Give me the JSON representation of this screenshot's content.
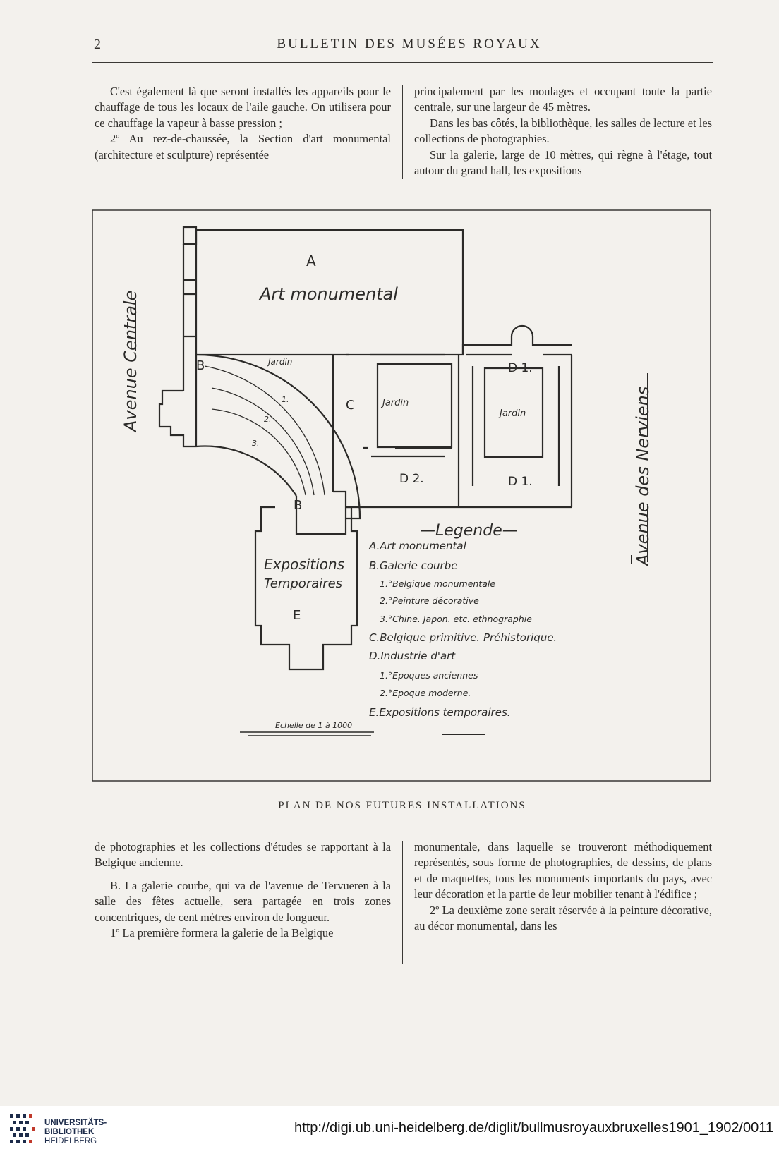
{
  "header": {
    "page_number": "2",
    "running_title": "BULLETIN DES MUSÉES ROYAUX"
  },
  "top_text": {
    "left": [
      "C'est également là que seront installés les appareils pour le chauffage de tous les locaux de l'aile gauche. On utilisera pour ce chauffage la vapeur à basse pression ;",
      "2º Au rez-de-chaussée, la Section d'art monumental (architecture et sculpture) représentée"
    ],
    "right": [
      "principalement par les moulages et occupant toute la partie centrale, sur une largeur de 45 mètres.",
      "Dans les bas côtés, la bibliothèque, les salles de lecture et les collections de photographies.",
      "Sur la galerie, large de 10 mètres, qui règne à l'étage, tout autour du grand hall, les expositions"
    ]
  },
  "plan": {
    "street_left": "Avenue Centrale",
    "street_right": "Avenue des Nerviens",
    "labels": {
      "a": "A",
      "art_monumental": "Art monumental",
      "b_top": "B",
      "b_bottom": "B",
      "c": "C",
      "d1_top": "D 1.",
      "d1_bottom": "D 1.",
      "d2": "D 2.",
      "e": "E",
      "expositions_line1": "Expositions",
      "expositions_line2": "Temporaires",
      "jardin_1": "Jardin",
      "jardin_2": "Jardin",
      "jardin_3": "Jardin",
      "zone_1": "1.",
      "zone_2": "2.",
      "zone_3": "3."
    },
    "legend": {
      "title": "—Legende—",
      "items": [
        "A.Art monumental",
        "B.Galerie courbe",
        "1.°Belgique monumentale",
        "2.°Peinture décorative",
        "3.°Chine. Japon. etc. ethnographie",
        "C.Belgique primitive. Préhistorique.",
        "D.Industrie d'art",
        "1.°Epoques anciennes",
        "2.°Epoque moderne.",
        "E.Expositions temporaires."
      ]
    },
    "scale": "Echelle de 1 à 1000"
  },
  "caption": "PLAN DE NOS FUTURES INSTALLATIONS",
  "bottom_text": {
    "left": [
      "de photographies et les collections d'études se rapportant à la Belgique ancienne.",
      "B. La galerie courbe, qui va de l'avenue de Tervueren à la salle des fêtes actuelle, sera partagée en trois zones concentriques, de cent mètres environ de longueur.",
      "1º La première formera la galerie de la Belgique"
    ],
    "right": [
      "monumentale, dans laquelle se trouveront méthodiquement représentés, sous forme de photographies, de dessins, de plans et de maquettes, tous les monuments importants du pays, avec leur décoration et la partie de leur mobilier tenant à l'édifice ;",
      "2º La deuxième zone serait réservée à la peinture décorative, au décor monumental, dans les"
    ]
  },
  "footer": {
    "institution_line1": "UNIVERSITÄTS-",
    "institution_line2": "BIBLIOTHEK",
    "institution_line3": "HEIDELBERG",
    "url": "http://digi.ub.uni-heidelberg.de/diglit/bullmusroyauxbruxelles1901_1902/0011"
  }
}
